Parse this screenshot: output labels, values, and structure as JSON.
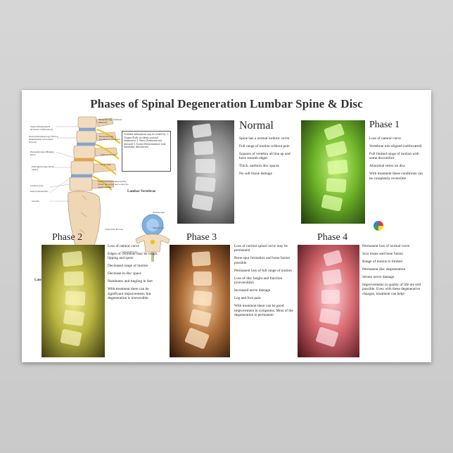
{
  "poster": {
    "title": "Phases of Spinal Degeneration Lumbar Spine & Disc"
  },
  "anatomy": {
    "view_label": "Lateral View of the Lumbar Spine",
    "vertebra_label": "Lumbar Vertebrae",
    "note_box": "Vertebral subluxations may be created by: 1. Trauma (Falls, accidents, postural imbalances) 2. Stress (Emotional and physical) 3. Toxins (Environmental, food, nutritional, deficiencies)",
    "labels_left": [
      "Spinal Misalignment (Posterior Subluxation)",
      "Neuropathophysiology (Nerve Impingement in Foramen Nerves)",
      "Histopathology (Bulging Disc)",
      "Pathophysiology (Bone Spurs)",
      "Vertebra (L4)",
      "Intervertebral Disc",
      "Sacrum"
    ],
    "labels_right": [
      "Myopathology (Strained Muscles)",
      "Histopathology (Sprained Ligaments)",
      "Spinous Process",
      "Facet Joint",
      "Intervertebral Foramen (IVF) Where the spinal nerve exits the spinal column"
    ],
    "vertebra_parts": [
      "Normal Disc",
      "Spinal Cord",
      "Transverse Process",
      "Spinous Process"
    ]
  },
  "normal": {
    "title": "Normal",
    "bullets": [
      "Spine has a normal lordotic curve",
      "Full range of motion without pain",
      "Squares of vertebra all line up and have smooth edges",
      "Thick, uniform disc spaces",
      "No soft tissue damage"
    ]
  },
  "phase1": {
    "title": "Phase 1",
    "bullets": [
      "Loss of natural curve",
      "Vertebrae mis-aligned (subluxated)",
      "Full limited range of motion with some discomfort",
      "Abnormal stress on disc",
      "With treatment these conditions can be completely reversible"
    ]
  },
  "phase2": {
    "title": "Phase 2",
    "bullets": [
      "Loss of natural curve",
      "Edges of vertebrae may be rough, lipping and spurs",
      "Decreased range of motion",
      "Decrease in disc space",
      "Numbness and tingling in feet",
      "With treatment there can be significant improvement, but degeneration is irreversible"
    ]
  },
  "phase3": {
    "title": "Phase 3",
    "bullets": [
      "Loss of normal spinal curve may be permanent",
      "Bone spur formation and bone fusion possible",
      "Permanent loss of full range of motion",
      "Loss of disc height and function (irreversible)",
      "Increased nerve damage",
      "Leg and foot pain",
      "With treatment there can be good improvement in symptoms. Most of the degeneration is permanent"
    ]
  },
  "phase4": {
    "title": "Phase 4",
    "bullets": [
      "Permanent loss of normal curve",
      "Scar tissue and bone fusion",
      "Range of motion is limited",
      "Permanent disc degeneration",
      "Severe nerve damage",
      "Improvements in quality of life are still possible. Even with these degenerative changes, treatment can help!"
    ]
  },
  "colors": {
    "normal_xray": "#8a8a8a",
    "phase1_xray": "#6fb52a",
    "phase2_xray": "#b9b640",
    "phase3_xray": "#b0703a",
    "phase4_xray": "#d86b72"
  }
}
